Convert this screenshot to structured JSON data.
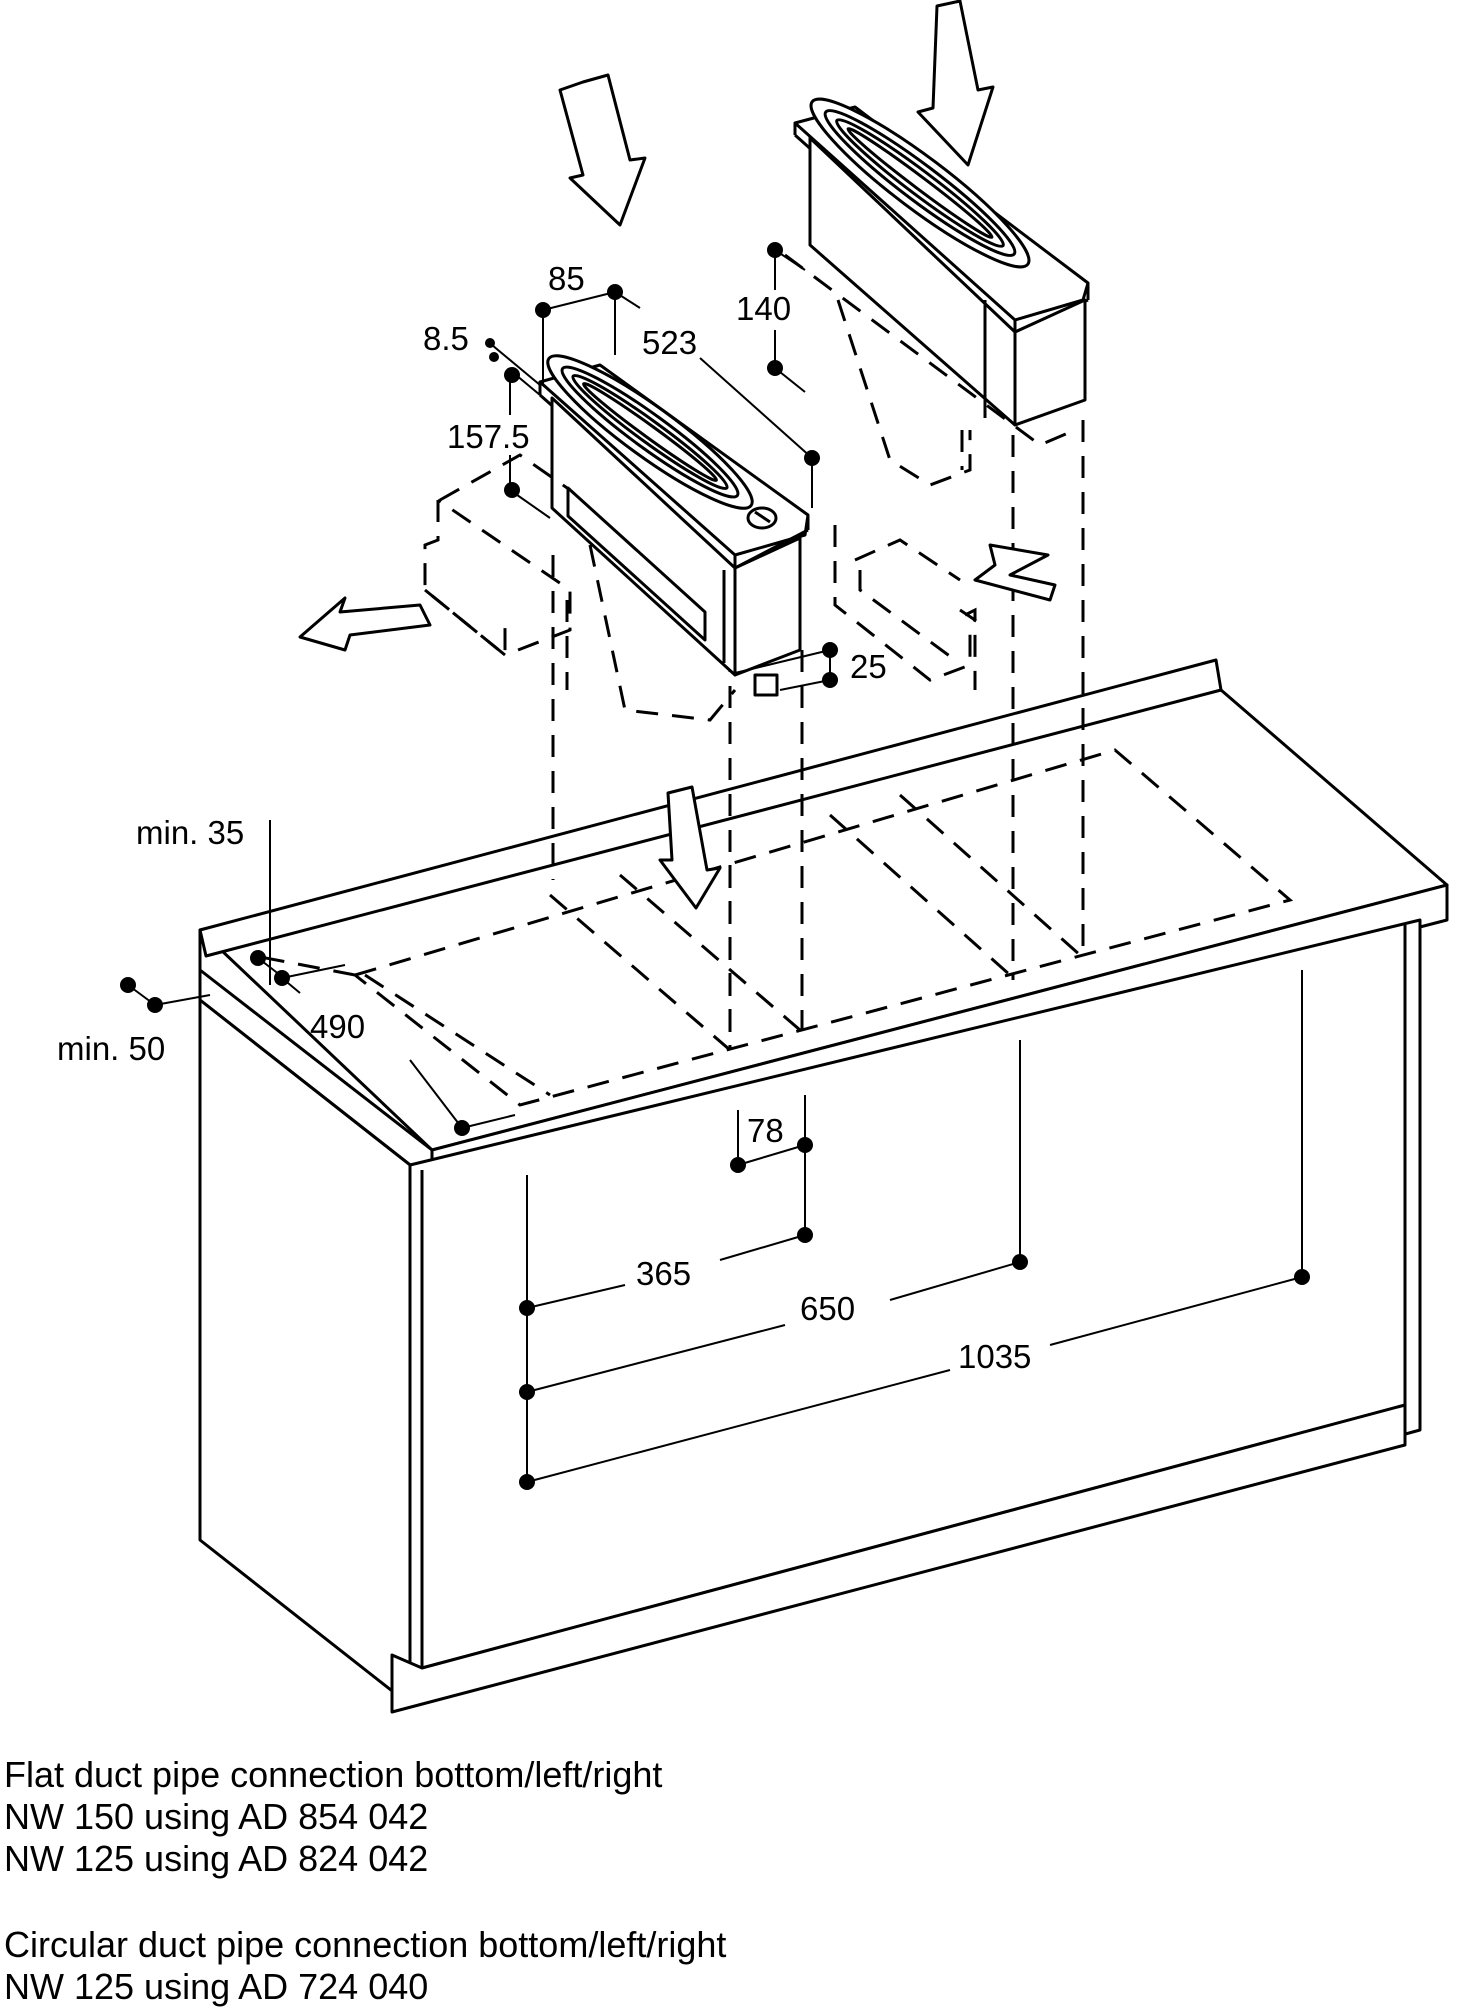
{
  "dimensions": {
    "d85": "85",
    "d8_5": "8.5",
    "d523": "523",
    "d140": "140",
    "d157_5": "157.5",
    "d25": "25",
    "min35": "min. 35",
    "min50": "min. 50",
    "d490": "490",
    "d78": "78",
    "d365": "365",
    "d650": "650",
    "d1035": "1035"
  },
  "notes": {
    "flat_title": "Flat duct pipe connection bottom/left/right",
    "flat_line1": "NW 150 using AD 854 042",
    "flat_line2": "NW 125 using AD 824 042",
    "circ_title": "Circular duct pipe connection bottom/left/right",
    "circ_line1": "NW 125 using AD 724 040"
  }
}
